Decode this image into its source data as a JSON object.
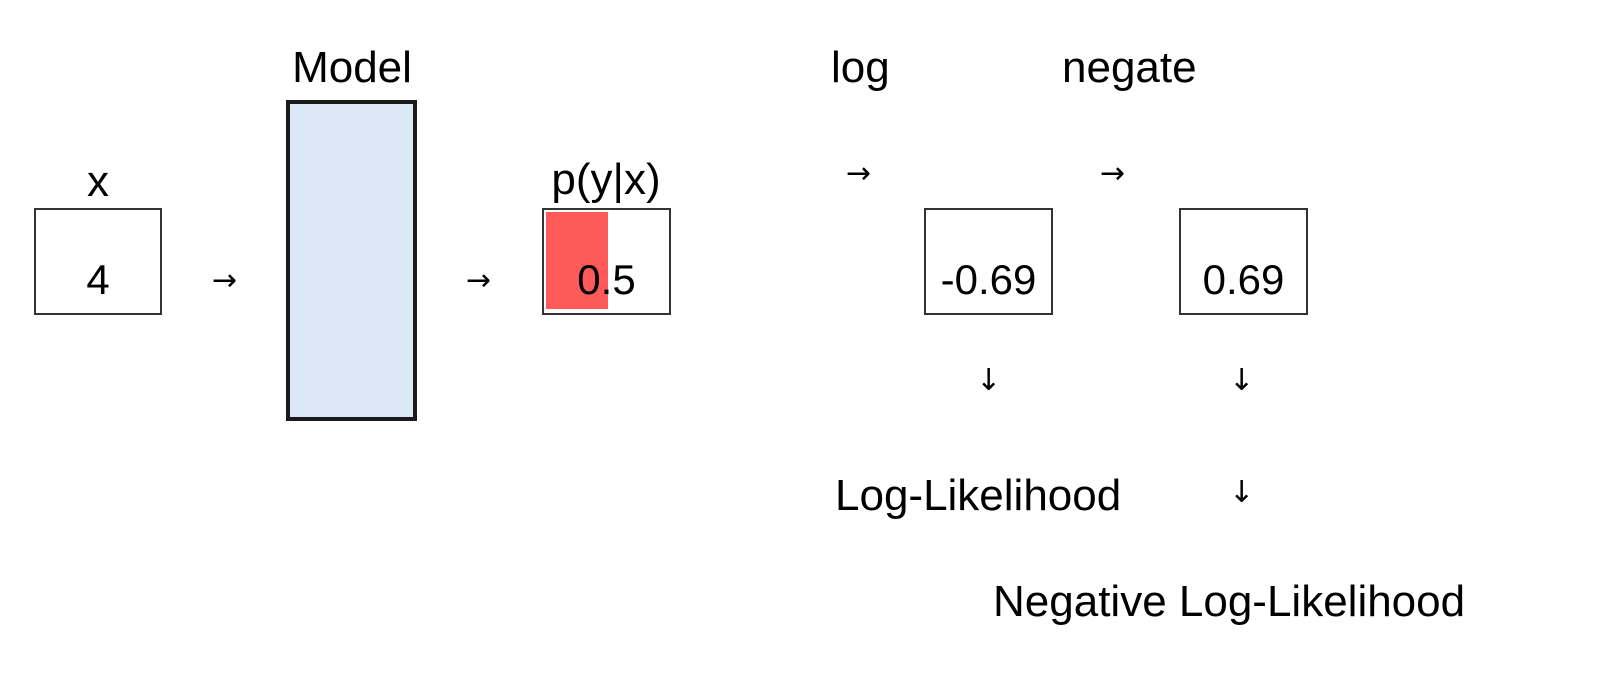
{
  "input": {
    "label": "x",
    "value": "4"
  },
  "model": {
    "label": "Model"
  },
  "probability": {
    "label": "p(y|x)",
    "value": "0.5",
    "fill_fraction": 0.5
  },
  "log_step": {
    "label": "log",
    "value": "-0.69",
    "result_label": "Log-Likelihood"
  },
  "negate_step": {
    "label": "negate",
    "value": "0.69",
    "result_label": "Negative Log-Likelihood"
  },
  "arrows": {
    "right": "→",
    "down": "↓"
  },
  "colors": {
    "model_fill": "#dde8f6",
    "probability_fill": "#ff5a5a",
    "border": "#333333"
  }
}
